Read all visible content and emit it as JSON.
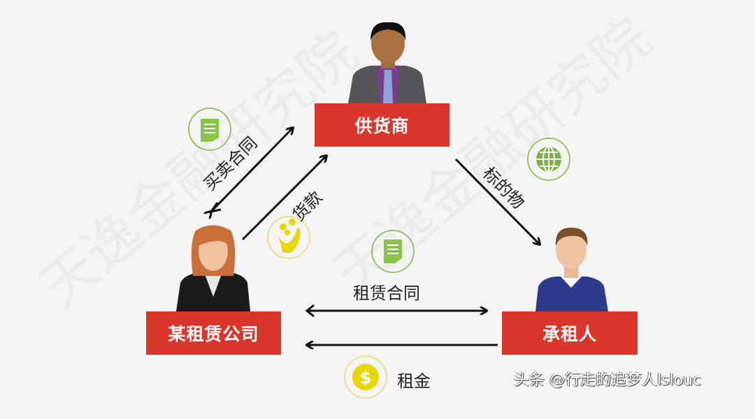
{
  "watermark": "天逸金融研究院",
  "nodes": {
    "supplier": "供货商",
    "lessor": "某租赁公司",
    "lessee": "承租人"
  },
  "edges": {
    "sales_contract": "买卖合同",
    "payment": "货款",
    "leased_item": "标的物",
    "lease_contract": "租赁合同",
    "rent": "租金"
  },
  "credit": "头条 @行走的追梦人lslouc",
  "colors": {
    "box": "#d9372c",
    "green": "#7cb342",
    "yellow": "#f2d900"
  }
}
